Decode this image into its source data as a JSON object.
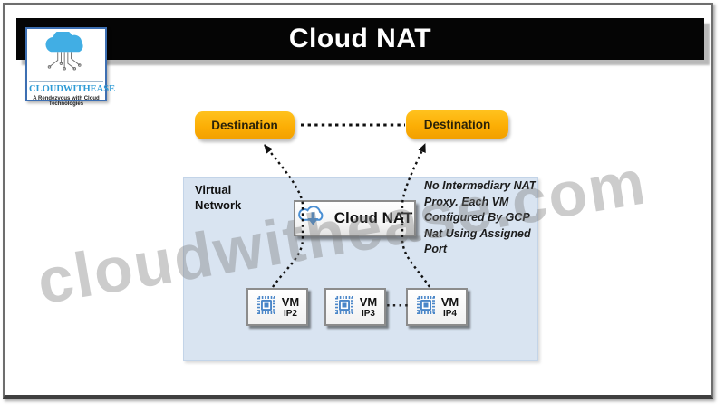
{
  "page": {
    "title": "Cloud NAT"
  },
  "logo": {
    "name": "CLOUDWITHEASE",
    "tagline": "A Rendezvous with Cloud Technologies"
  },
  "watermark": "cloudwithease.com",
  "diagram": {
    "destinations": [
      {
        "label": "Destination"
      },
      {
        "label": "Destination"
      }
    ],
    "virtual_network_label": "Virtual\nNetwork",
    "cloud_nat_label": "Cloud NAT",
    "annotation": "No Intermediary NAT\nProxy. Each VM\nConfigured By GCP\nNat Using Assigned\nPort",
    "vms": [
      {
        "label": "VM",
        "ip": "IP2"
      },
      {
        "label": "VM",
        "ip": "IP3"
      },
      {
        "label": "VM",
        "ip": "IP4"
      }
    ],
    "ellipsis": "····"
  },
  "colors": {
    "header_bg": "#050505",
    "destination_orange": "#FCAE05",
    "network_bg": "#D9E4F1",
    "chip_blue": "#4A86C8",
    "cloud_blue": "#41AEE4",
    "logo_text_blue": "#2E9BD6"
  }
}
